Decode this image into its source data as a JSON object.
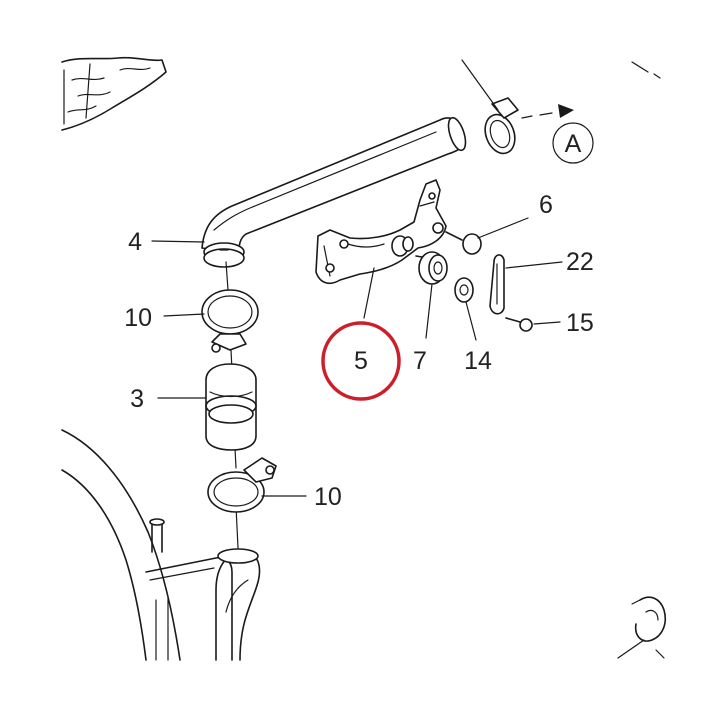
{
  "labels": {
    "part_4": "4",
    "part_10_upper": "10",
    "part_3": "3",
    "part_10_lower": "10",
    "part_5": "5",
    "part_6": "6",
    "part_22": "22",
    "part_15": "15",
    "part_7": "7",
    "part_14": "14",
    "view_a": "A"
  },
  "colors": {
    "highlight_circle": "#cc1f2a",
    "line_art": "#1a1a1a"
  }
}
